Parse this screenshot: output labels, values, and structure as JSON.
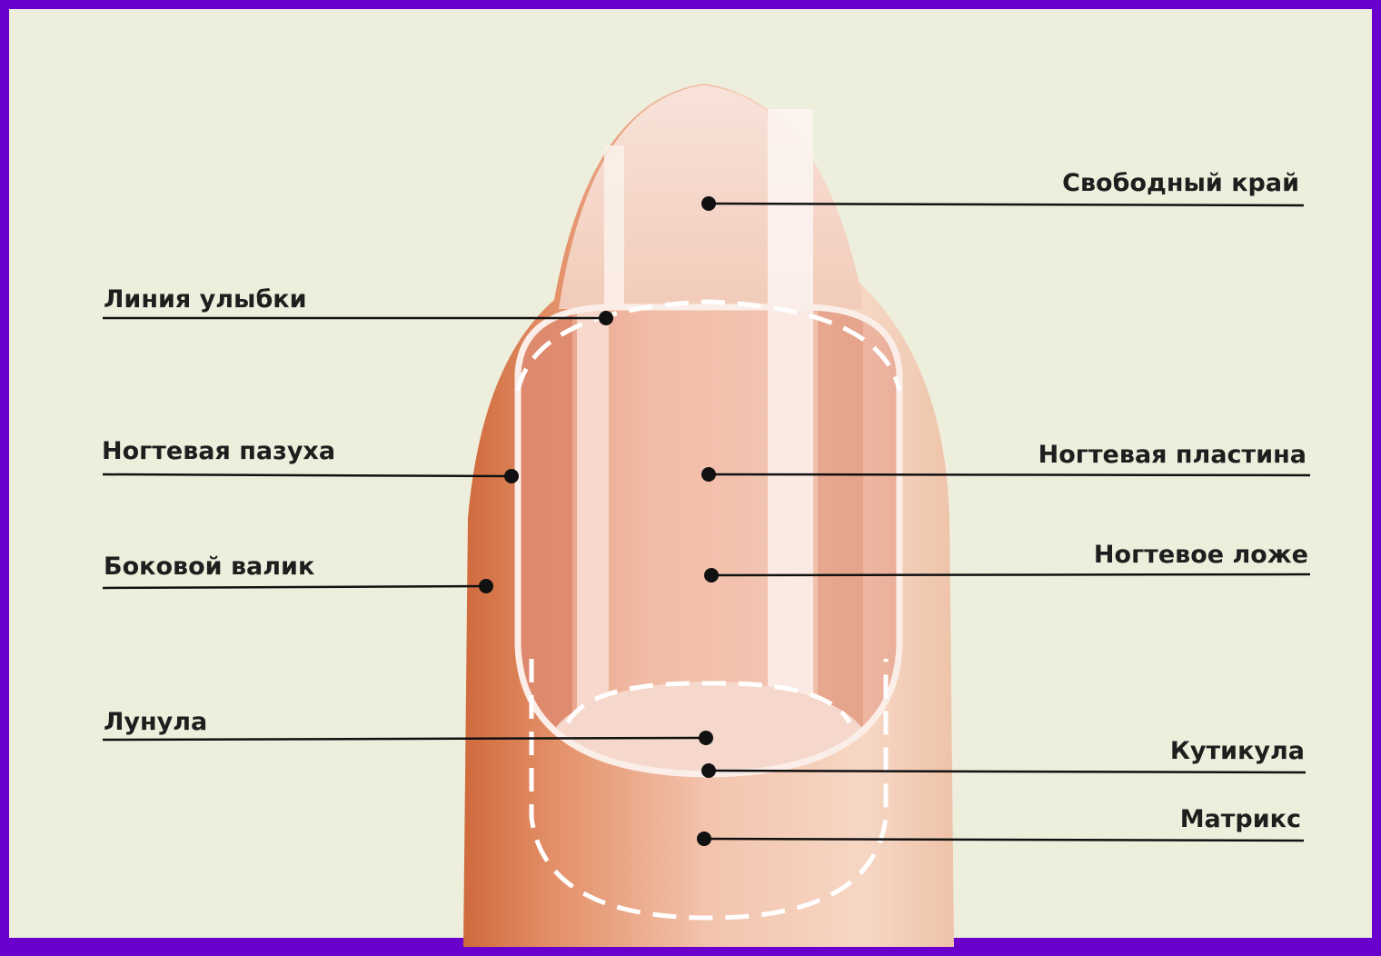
{
  "labels": {
    "free_edge": "Свободный край",
    "smile_line": "Линия улыбки",
    "nail_sinus": "Ногтевая пазуха",
    "nail_plate": "Ногтевая пластина",
    "lateral_fold": "Боковой валик",
    "nail_bed": "Ногтевое ложе",
    "lunula": "Лунула",
    "cuticle": "Кутикула",
    "matrix": "Матрикс"
  },
  "colors": {
    "border": "#6a00cc",
    "background": "#eeeedd",
    "finger_dark": "#d9784c",
    "finger_light": "#f3cdb5",
    "nail_plate": "#f0bca7",
    "nail_highlight": "#fbeee8",
    "leader_line": "#111111",
    "dashed_outline": "#ffffff"
  }
}
